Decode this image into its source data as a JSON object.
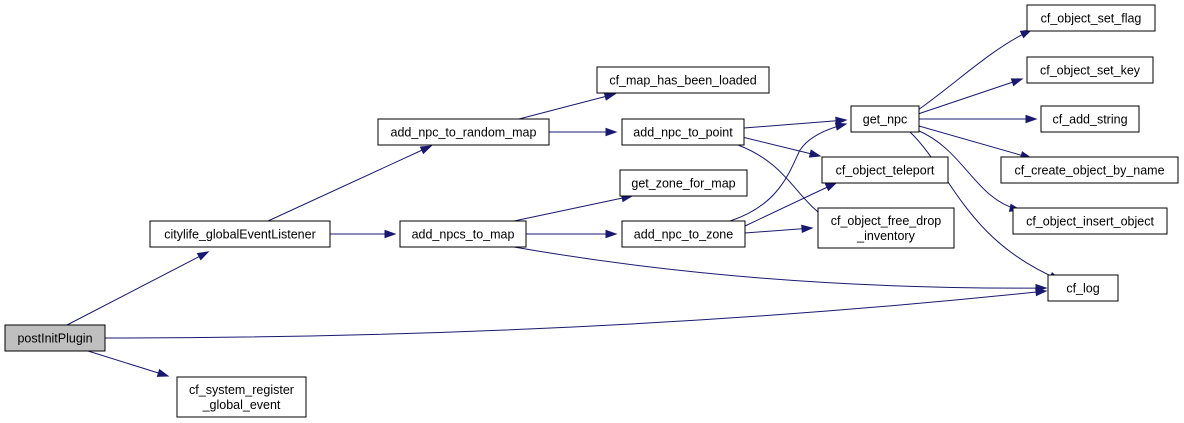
{
  "colors": {
    "edge": "#191970",
    "root_fill": "#bfbfbf",
    "node_fill": "#ffffff",
    "border": "#000000"
  },
  "nodes": {
    "postInitPlugin": [
      "postInitPlugin"
    ],
    "citylife_globalEventListener": [
      "citylife_globalEventListener"
    ],
    "cf_system_register_global_event": [
      "cf_system_register",
      "_global_event"
    ],
    "add_npc_to_random_map": [
      "add_npc_to_random_map"
    ],
    "add_npcs_to_map": [
      "add_npcs_to_map"
    ],
    "cf_map_has_been_loaded": [
      "cf_map_has_been_loaded"
    ],
    "add_npc_to_point": [
      "add_npc_to_point"
    ],
    "get_zone_for_map": [
      "get_zone_for_map"
    ],
    "add_npc_to_zone": [
      "add_npc_to_zone"
    ],
    "get_npc": [
      "get_npc"
    ],
    "cf_object_teleport": [
      "cf_object_teleport"
    ],
    "cf_object_free_drop_inventory": [
      "cf_object_free_drop",
      "_inventory"
    ],
    "cf_object_set_flag": [
      "cf_object_set_flag"
    ],
    "cf_object_set_key": [
      "cf_object_set_key"
    ],
    "cf_add_string": [
      "cf_add_string"
    ],
    "cf_create_object_by_name": [
      "cf_create_object_by_name"
    ],
    "cf_object_insert_object": [
      "cf_object_insert_object"
    ],
    "cf_log": [
      "cf_log"
    ]
  }
}
